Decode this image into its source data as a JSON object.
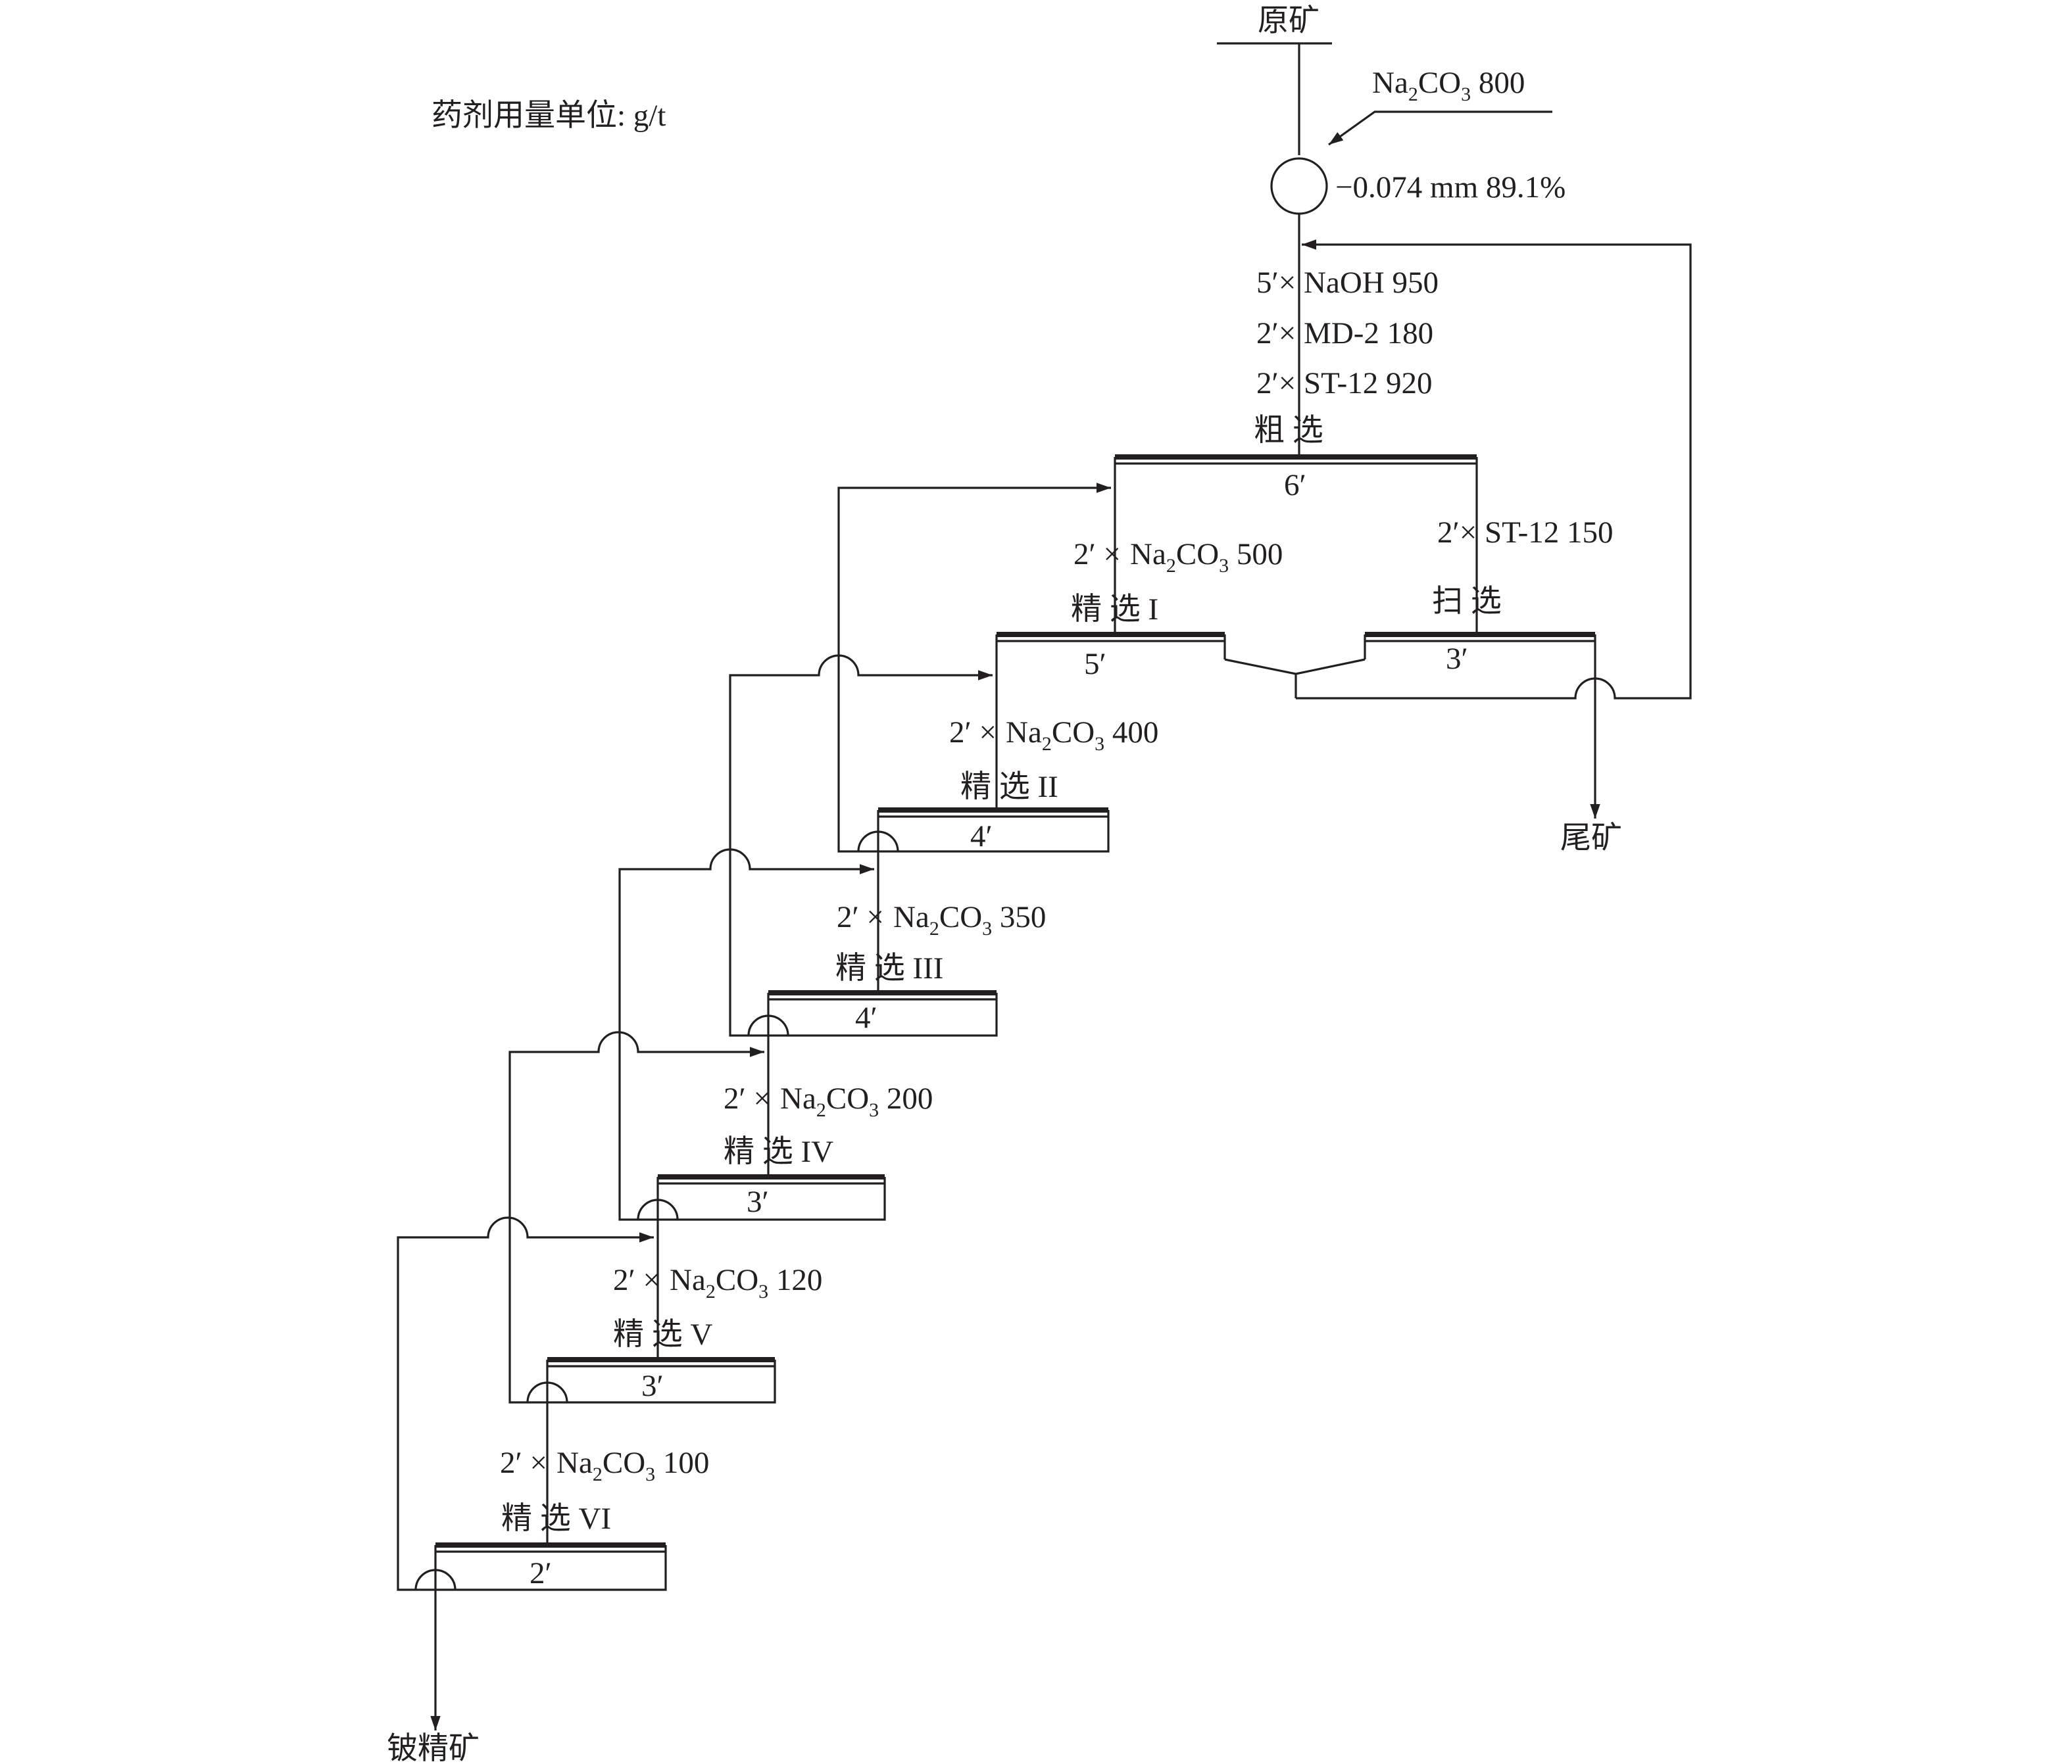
{
  "title": "",
  "dosage_unit_note": "药剂用量单位: g/t",
  "feed": {
    "label": "原矿",
    "reagent_name": "Na",
    "reagent_sub1": "2",
    "reagent_mid": "CO",
    "reagent_sub2": "3",
    "reagent_dose": " 800"
  },
  "grinding": {
    "fineness": "−0.074 mm 89.1%"
  },
  "rougher": {
    "reagents": [
      "5′× NaOH 950",
      "2′× MD-2 180",
      "2′× ST-12 920"
    ],
    "stage_label": "粗  选",
    "time": "6′"
  },
  "scavenger": {
    "reagent": "2′× ST-12 150",
    "stage_label": "扫  选",
    "time": "3′"
  },
  "cleaners": [
    {
      "reagent_time": "2′ ×",
      "reagent_name": "Na",
      "sub1": "2",
      "mid": "CO",
      "sub2": "3",
      "dose": " 500",
      "stage_label": "精  选 I",
      "time": "5′"
    },
    {
      "reagent_time": "2′ ×",
      "reagent_name": "Na",
      "sub1": "2",
      "mid": "CO",
      "sub2": "3",
      "dose": " 400",
      "stage_label": "精  选 II",
      "time": "4′"
    },
    {
      "reagent_time": "2′ ×",
      "reagent_name": "Na",
      "sub1": "2",
      "mid": "CO",
      "sub2": "3",
      "dose": " 350",
      "stage_label": "精  选 III",
      "time": "4′"
    },
    {
      "reagent_time": "2′ ×",
      "reagent_name": "Na",
      "sub1": "2",
      "mid": "CO",
      "sub2": "3",
      "dose": " 200",
      "stage_label": "精  选 IV",
      "time": "3′"
    },
    {
      "reagent_time": "2′ ×",
      "reagent_name": "Na",
      "sub1": "2",
      "mid": "CO",
      "sub2": "3",
      "dose": " 120",
      "stage_label": "精  选 V",
      "time": "3′"
    },
    {
      "reagent_time": "2′ ×",
      "reagent_name": "Na",
      "sub1": "2",
      "mid": "CO",
      "sub2": "3",
      "dose": " 100",
      "stage_label": "精  选 VI",
      "time": "2′"
    }
  ],
  "products": {
    "tailings": "尾矿",
    "concentrate": "铍精矿"
  }
}
